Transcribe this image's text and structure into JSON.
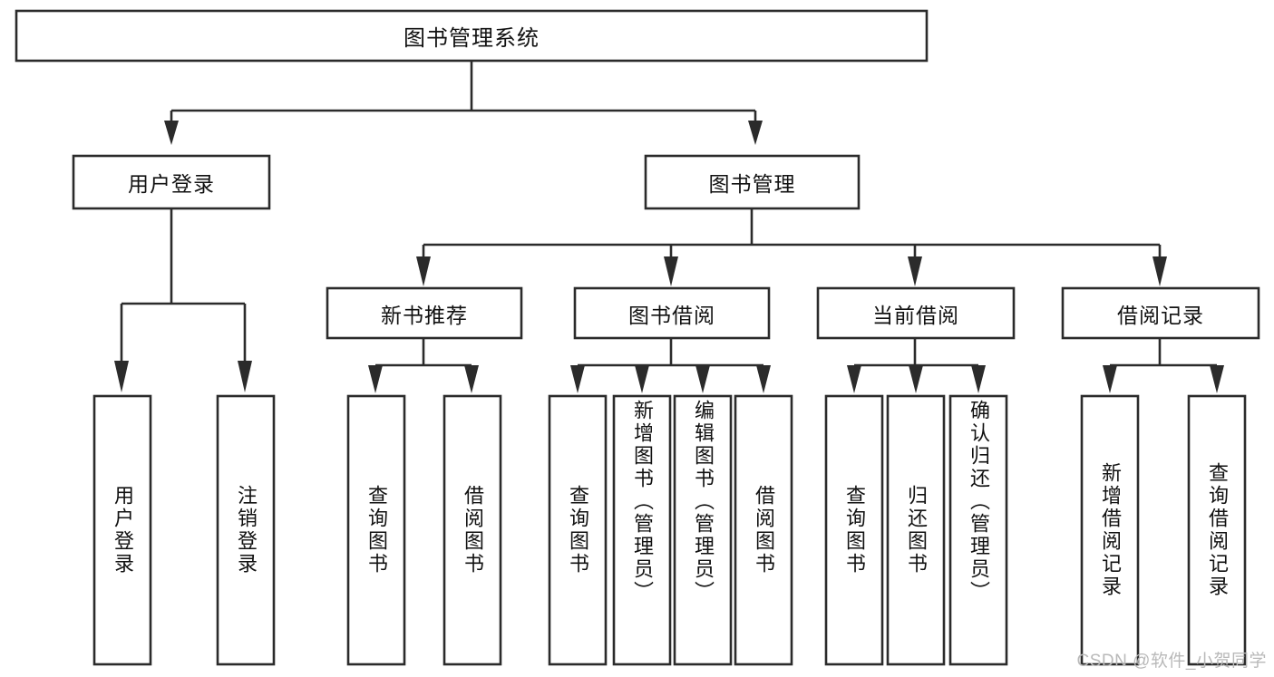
{
  "diagram": {
    "type": "hierarchy-tree",
    "title_node": "图书管理系统",
    "watermark": "CSDN @软件_小贺同学",
    "colors": {
      "box_stroke": "#2b2b2b",
      "box_fill": "#ffffff",
      "text": "#111111",
      "background": "#ffffff",
      "watermark": "#b9b9b9"
    },
    "nodes": {
      "root": {
        "label": "图书管理系统"
      },
      "level1": [
        {
          "label": "用户登录"
        },
        {
          "label": "图书管理"
        }
      ],
      "level2": [
        {
          "label": "新书推荐"
        },
        {
          "label": "图书借阅"
        },
        {
          "label": "当前借阅"
        },
        {
          "label": "借阅记录"
        }
      ],
      "leaves_user_login": [
        {
          "label": "用户登录"
        },
        {
          "label": "注销登录"
        }
      ],
      "leaves_new_books": [
        {
          "label": "查询图书"
        },
        {
          "label": "借阅图书"
        }
      ],
      "leaves_borrow": [
        {
          "label": "查询图书"
        },
        {
          "label": "新增图书（管理员）"
        },
        {
          "label": "编辑图书（管理员）"
        },
        {
          "label": "借阅图书"
        }
      ],
      "leaves_current": [
        {
          "label": "查询图书"
        },
        {
          "label": "归还图书"
        },
        {
          "label": "确认归还（管理员）"
        }
      ],
      "leaves_records": [
        {
          "label": "新增借阅记录"
        },
        {
          "label": "查询借阅记录"
        }
      ]
    }
  }
}
